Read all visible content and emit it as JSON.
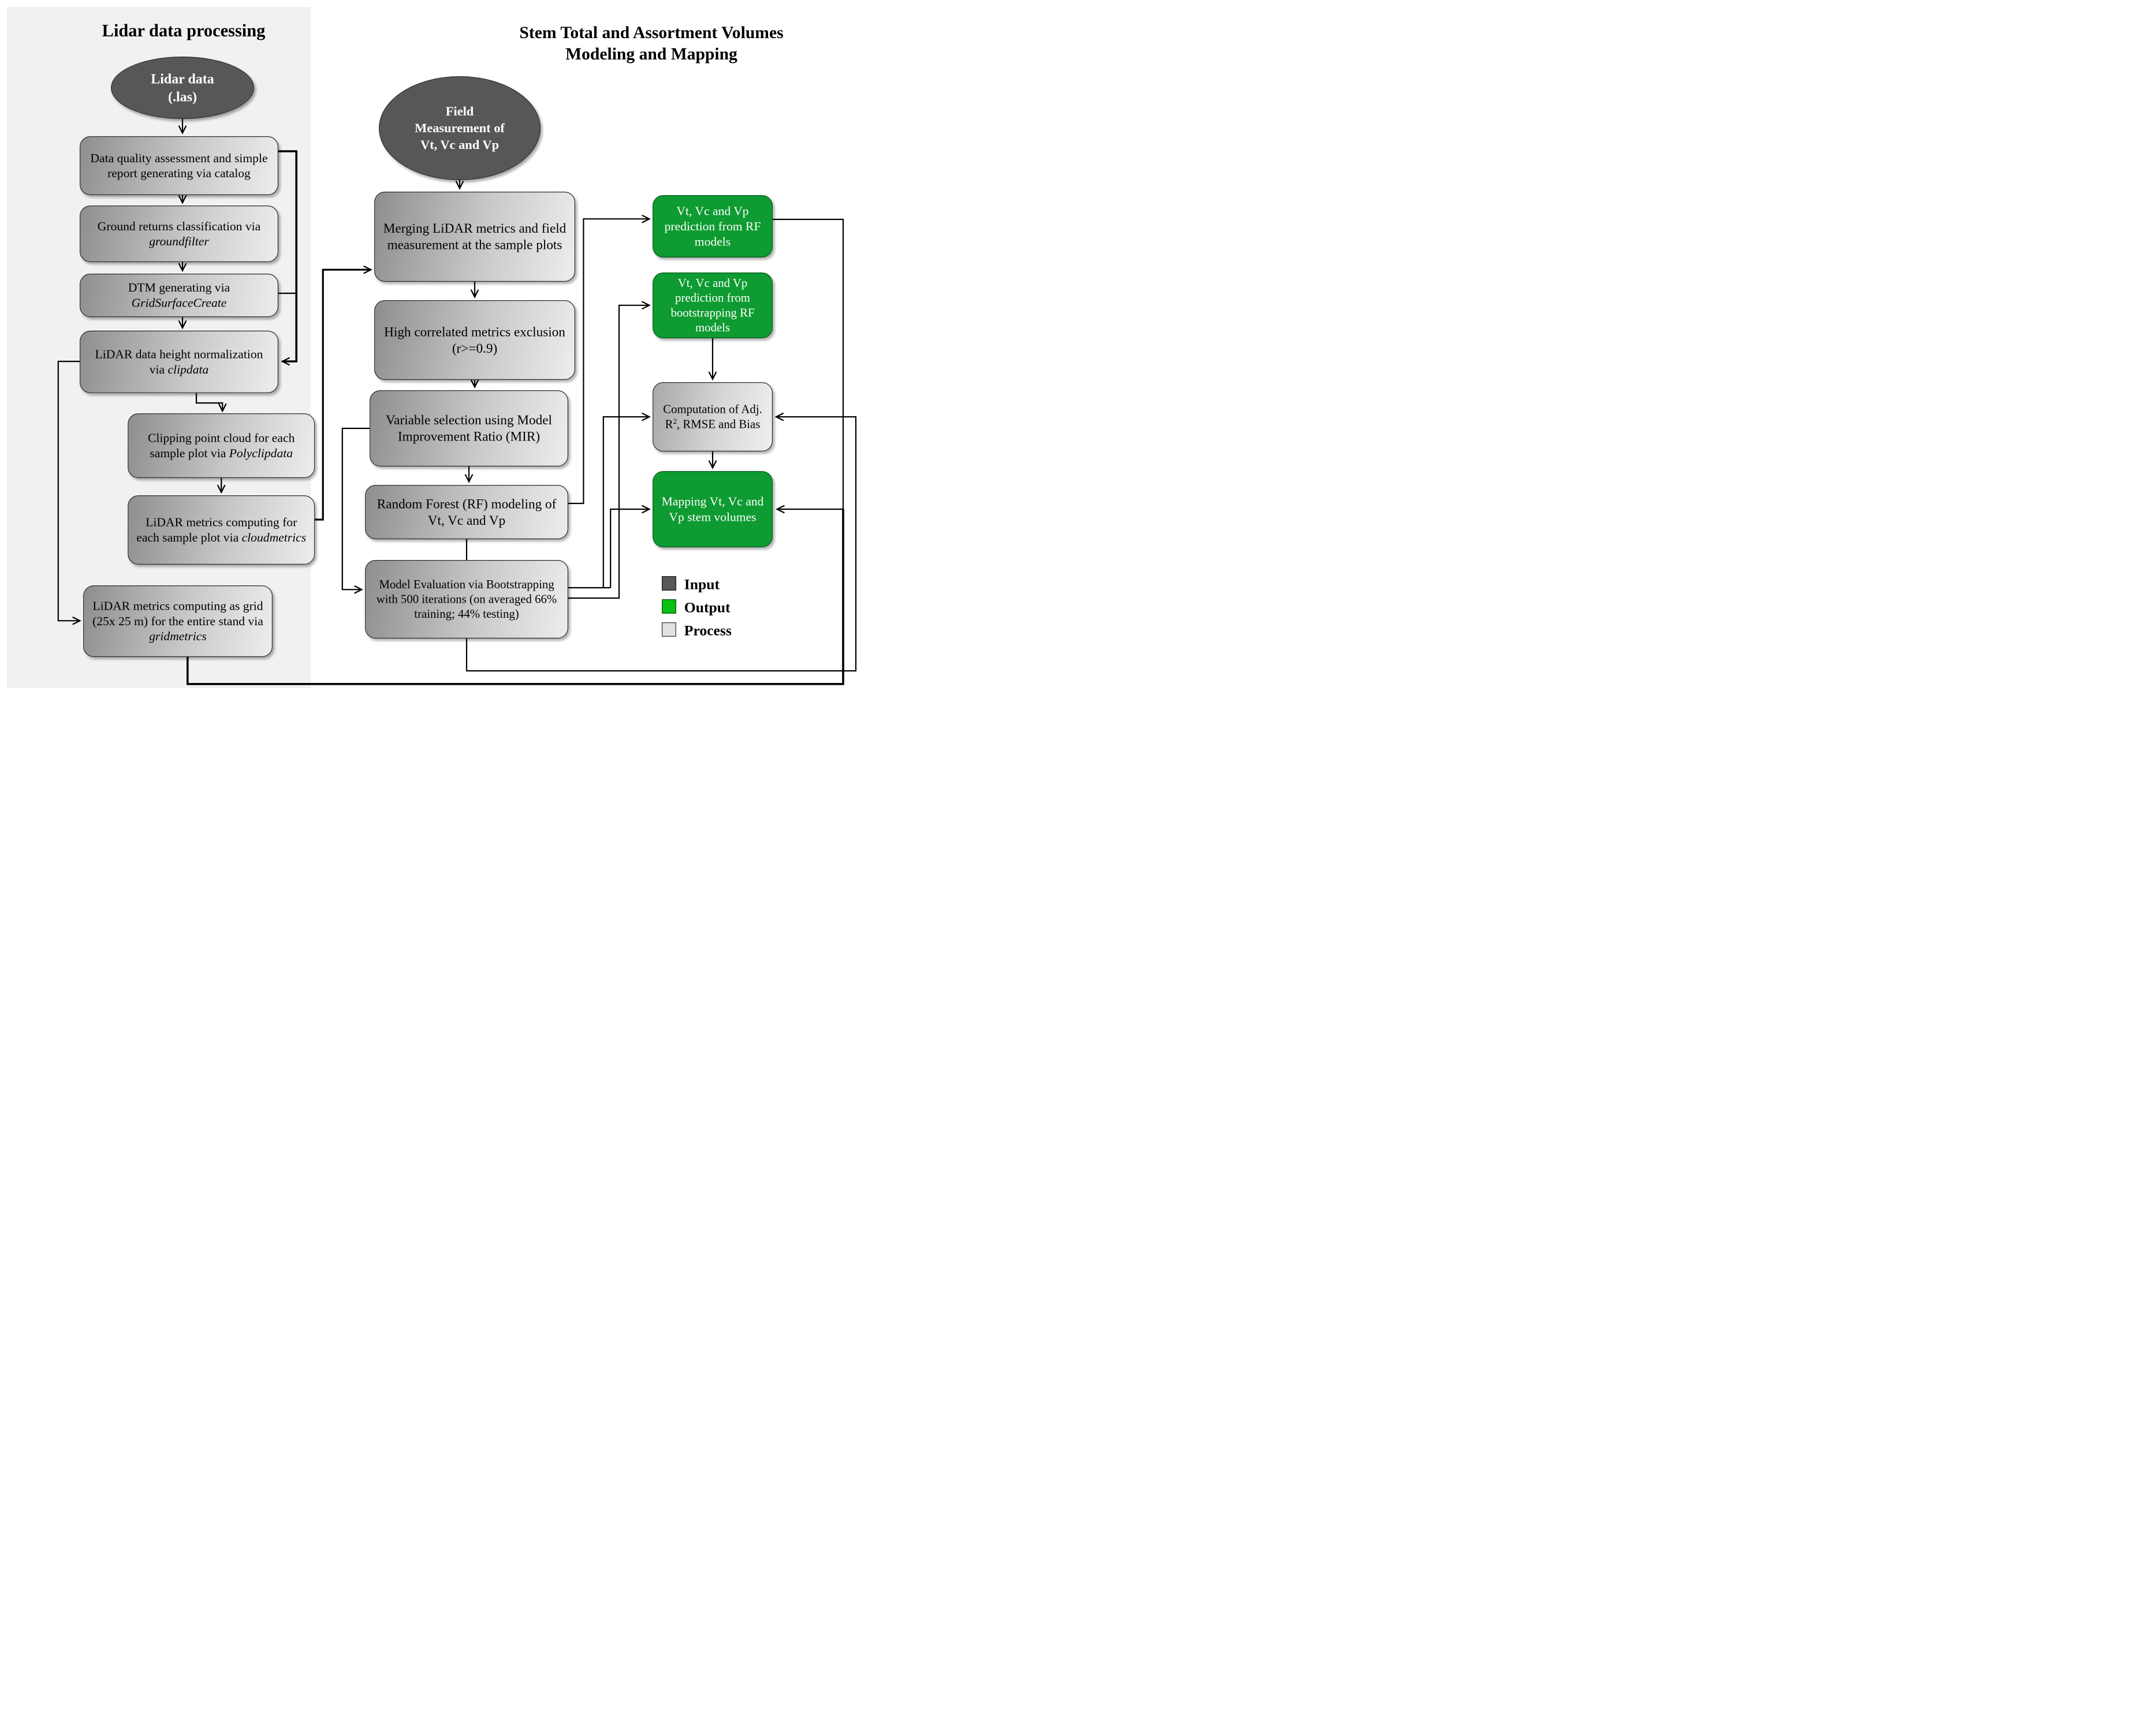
{
  "titles": {
    "left": "Lidar data processing",
    "right": "Stem Total and Assortment Volumes Modeling and Mapping"
  },
  "colors": {
    "input_fill": "#575757",
    "output_fill": "#0e9b31",
    "process_panel": "#f1f1f1",
    "legend_output": "#0abf16",
    "legend_process": "#e2e2e2",
    "line": "#000000"
  },
  "nodes": {
    "lidar_data": {
      "kind": "input",
      "segments": [
        {
          "t": "Lidar data"
        },
        {
          "br": true
        },
        {
          "t": "(.las)"
        }
      ]
    },
    "data_quality": {
      "kind": "process",
      "segments": [
        {
          "t": "Data quality assessment and simple report generating via catalog"
        }
      ]
    },
    "ground_returns": {
      "kind": "process",
      "segments": [
        {
          "t": "Ground returns classification via "
        },
        {
          "t": "groundfilter",
          "i": true
        }
      ]
    },
    "dtm": {
      "kind": "process",
      "segments": [
        {
          "t": "DTM generating via "
        },
        {
          "t": "GridSurfaceCreate",
          "i": true
        }
      ]
    },
    "height_norm": {
      "kind": "process",
      "segments": [
        {
          "t": "LiDAR data height normalization via "
        },
        {
          "t": "clipdata",
          "i": true
        }
      ]
    },
    "clipping": {
      "kind": "process",
      "segments": [
        {
          "t": "Clipping point cloud for each sample plot via "
        },
        {
          "t": "Polyclipdata",
          "i": true
        }
      ]
    },
    "cloudmetrics": {
      "kind": "process",
      "segments": [
        {
          "t": "LiDAR metrics computing for each sample plot via "
        },
        {
          "t": "cloudmetrics",
          "i": true
        }
      ]
    },
    "gridmetrics": {
      "kind": "process",
      "segments": [
        {
          "t": "LiDAR metrics computing as grid (25x 25 m) for the entire stand via "
        },
        {
          "t": "gridmetrics",
          "i": true
        }
      ]
    },
    "field_measurement": {
      "kind": "input",
      "segments": [
        {
          "t": "Field"
        },
        {
          "br": true
        },
        {
          "t": "Measurement of"
        },
        {
          "br": true
        },
        {
          "t": "Vt, Vc and Vp"
        }
      ]
    },
    "merging": {
      "kind": "process",
      "segments": [
        {
          "t": "Merging LiDAR metrics and field measurement at the sample plots"
        }
      ]
    },
    "high_corr": {
      "kind": "process",
      "segments": [
        {
          "t": "High correlated metrics exclusion (r>=0.9)"
        }
      ]
    },
    "var_selection": {
      "kind": "process",
      "segments": [
        {
          "t": "Variable selection using Model Improvement Ratio (MIR)"
        }
      ]
    },
    "rf_modeling": {
      "kind": "process",
      "segments": [
        {
          "t": "Random Forest (RF) modeling of Vt, Vc and Vp"
        }
      ]
    },
    "model_eval": {
      "kind": "process",
      "segments": [
        {
          "t": "Model Evaluation via Bootstrapping with 500 iterations (on averaged 66% training; 44% testing)"
        }
      ]
    },
    "pred_rf": {
      "kind": "output",
      "segments": [
        {
          "t": "Vt, Vc and Vp prediction from RF models"
        }
      ]
    },
    "pred_boot": {
      "kind": "output",
      "segments": [
        {
          "t": "Vt, Vc and Vp prediction from bootstrapping RF models"
        }
      ]
    },
    "computation": {
      "kind": "process",
      "segments": [
        {
          "t": "Computation of Adj. R"
        },
        {
          "t": "2",
          "sup": true
        },
        {
          "t": ", RMSE and Bias"
        }
      ]
    },
    "mapping": {
      "kind": "output",
      "segments": [
        {
          "t": "Mapping Vt, Vc and Vp stem volumes"
        }
      ]
    }
  },
  "legend": {
    "items": [
      {
        "label": "Input",
        "color": "#575757"
      },
      {
        "label": "Output",
        "color": "#0abf16"
      },
      {
        "label": "Process",
        "color": "#e2e2e2"
      }
    ]
  }
}
